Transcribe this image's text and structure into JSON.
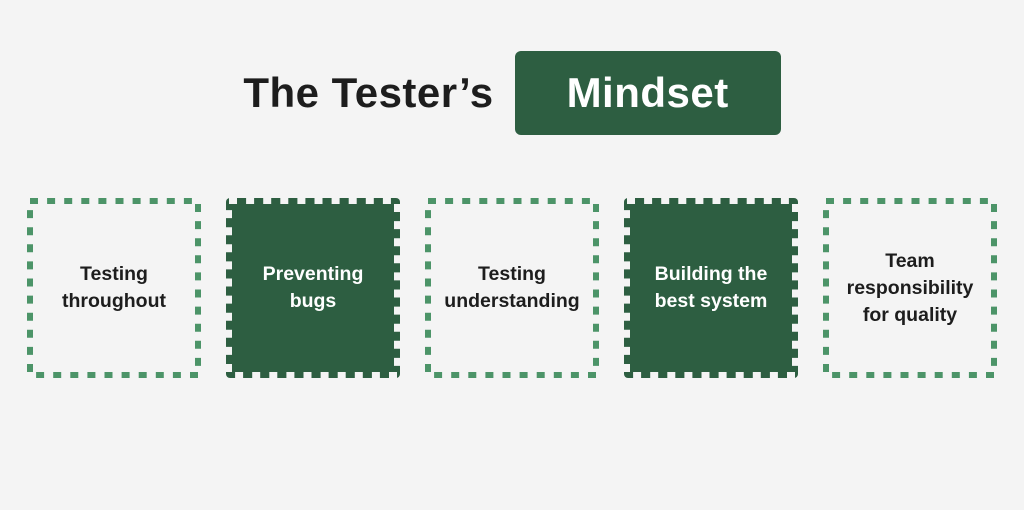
{
  "title": {
    "prefix": "The Tester’s",
    "highlight": "Mindset"
  },
  "boxes": [
    {
      "label": "Testing\nthroughout",
      "variant": "outline"
    },
    {
      "label": "Preventing\nbugs",
      "variant": "solid"
    },
    {
      "label": "Testing\nunderstanding",
      "variant": "outline"
    },
    {
      "label": "Building the\nbest system",
      "variant": "solid"
    },
    {
      "label": "Team\nresponsibility\nfor quality",
      "variant": "outline"
    }
  ],
  "colors": {
    "background": "#f4f4f4",
    "green_dark": "#2d5e41",
    "green_dash": "#4c9468",
    "text_dark": "#1d1d1d",
    "text_light": "#ffffff"
  }
}
